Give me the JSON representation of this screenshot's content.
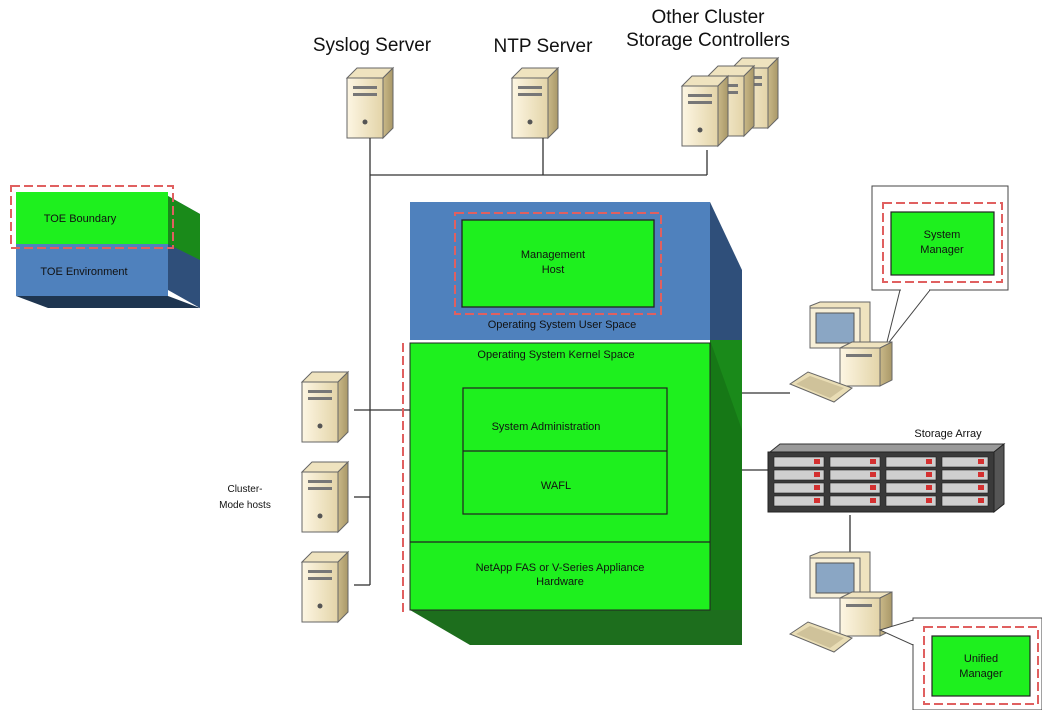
{
  "servers": {
    "syslog": "Syslog Server",
    "ntp": "NTP Server",
    "other_line1": "Other Cluster",
    "other_line2": "Storage Controllers"
  },
  "legend": {
    "boundary": "TOE Boundary",
    "environment": "TOE Environment"
  },
  "toe": {
    "mgmt_host_line1": "Management",
    "mgmt_host_line2": "Host",
    "user_space": "Operating System User Space",
    "kernel_space": "Operating System Kernel Space",
    "sys_admin": "System Administration",
    "wafl": "WAFL",
    "hw_line1": "NetApp FAS or V-Series Appliance",
    "hw_line2": "Hardware"
  },
  "cluster_hosts": {
    "line1": "Cluster-",
    "line2": "Mode hosts"
  },
  "storage_array": "Storage Array",
  "system_manager": {
    "line1": "System",
    "line2": "Manager"
  },
  "unified_manager": {
    "line1": "Unified",
    "line2": "Manager"
  },
  "colors": {
    "boundary_green": "#1ef01e",
    "environment_blue": "#4f81bd",
    "dark_green": "#1a8a1a",
    "dark_blue": "#2f4f7a",
    "boundary_dash": "#e06060"
  }
}
